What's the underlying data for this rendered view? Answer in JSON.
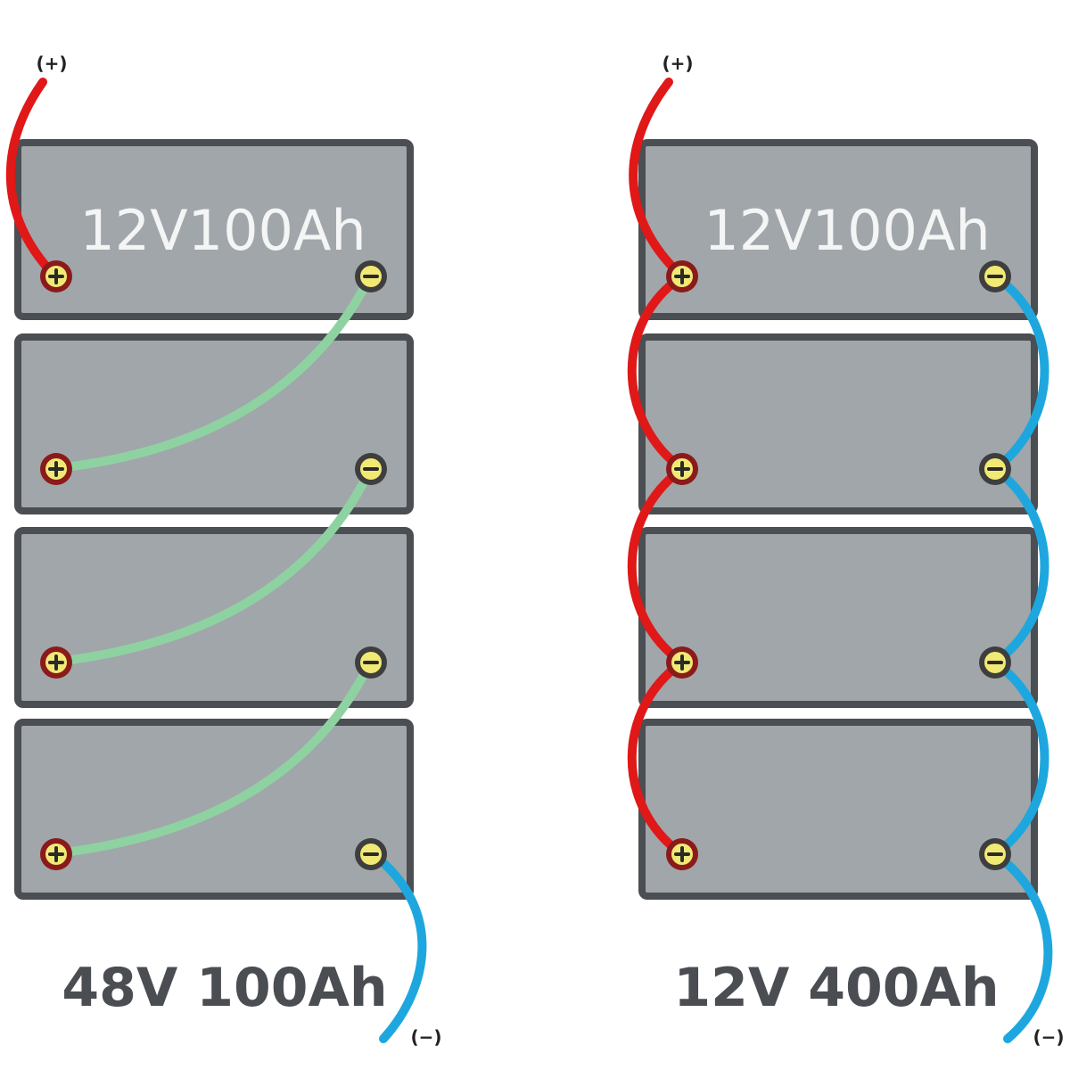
{
  "colors": {
    "battery_fill": "#a1a6aa",
    "battery_border": "#4b4e52",
    "positive_cable": "#e01818",
    "negative_cable": "#1ea7de",
    "series_link": "#8fd2a2",
    "terminal_core": "#f1e974"
  },
  "series": {
    "positive_lead_label": "(+)",
    "negative_lead_label": "(−)",
    "battery_labels": [
      "12V100Ah",
      "",
      "",
      ""
    ],
    "caption": "48V 100Ah"
  },
  "parallel": {
    "positive_lead_label": "(+)",
    "negative_lead_label": "(−)",
    "battery_labels": [
      "12V100Ah",
      "",
      "",
      ""
    ],
    "caption": "12V 400Ah"
  },
  "icons": {
    "positive_terminal": "plus-circle-icon",
    "negative_terminal": "minus-circle-icon"
  }
}
